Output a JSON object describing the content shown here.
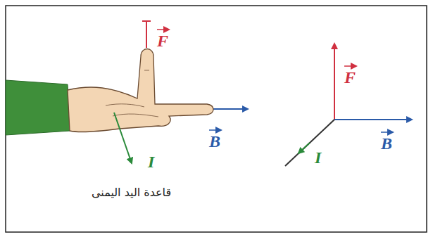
{
  "diagram": {
    "labels": [
      "F",
      "B",
      "I",
      "F",
      "B",
      "I",
      "قاعدة اليد اليمنى"
    ]
  }
}
